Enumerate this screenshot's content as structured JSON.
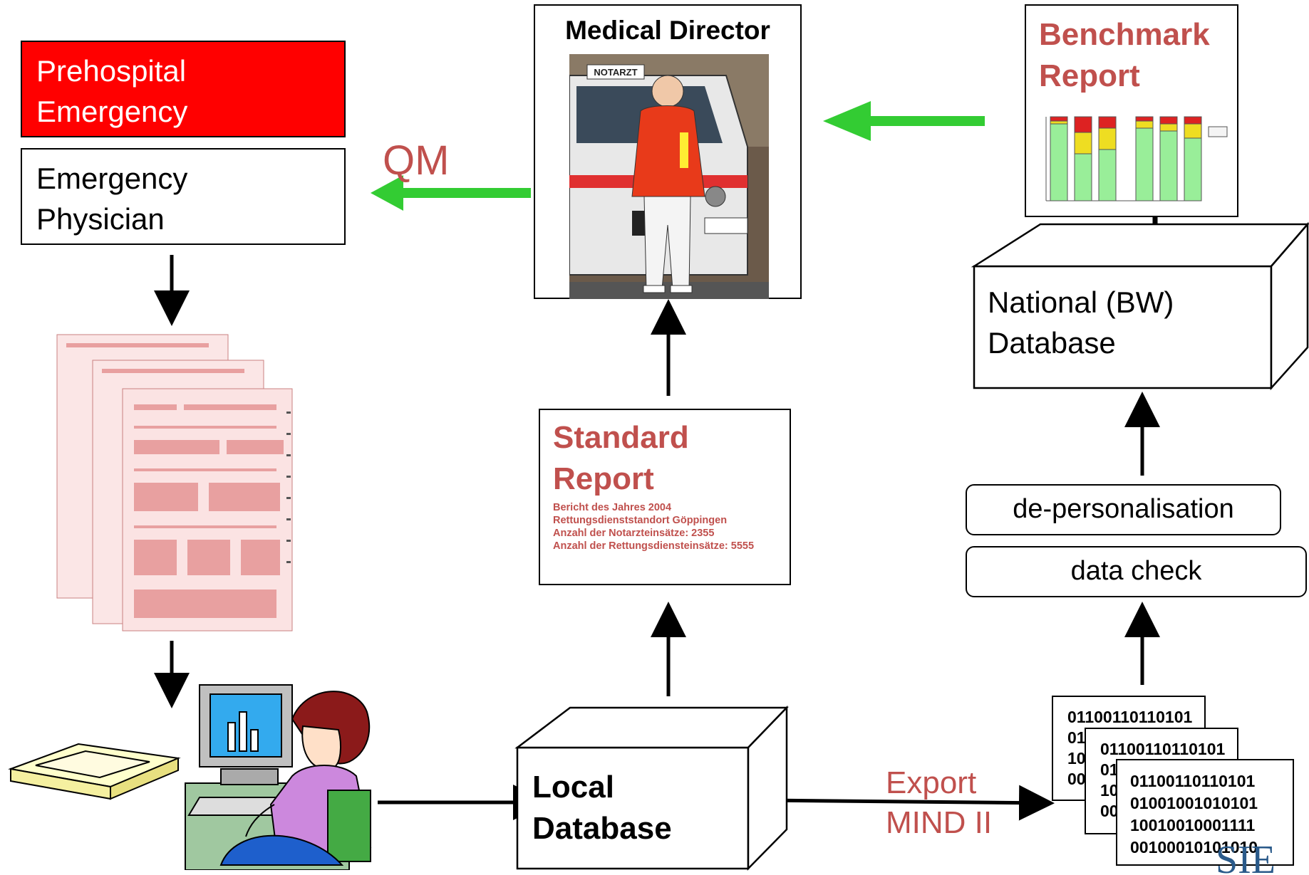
{
  "nodes": {
    "prehospital": "Prehospital Emergency",
    "physician": "Emergency Physician",
    "medical_director": "Medical Director",
    "benchmark": "Benchmark Report",
    "national_db": "National (BW) Database",
    "standard_report": {
      "title": "Standard Report",
      "lines": [
        "Bericht des Jahres 2004",
        "Rettungsdienststandort Göppingen",
        "Anzahl der Notarzteinsätze: 2355",
        "Anzahl der Rettungsdiensteinsätze: 5555"
      ]
    },
    "depersonalisation": "de-personalisation",
    "data_check": "data check",
    "local_db": "Local Database",
    "binary_back": [
      "01100110110101",
      "01",
      "10",
      "00"
    ],
    "binary_mid": [
      "01100110110101",
      "01",
      "10",
      "00"
    ],
    "binary_front": [
      "01100110110101",
      "01001001010101",
      "10010010001111",
      "00100010101010"
    ]
  },
  "edge_labels": {
    "qm": "QM",
    "export": "Export MIND II"
  },
  "photo_sign": "NOTARZT",
  "logo_fragment": "SIE",
  "colors": {
    "red_box": "#ff0000",
    "accent_red_text": "#c0504d",
    "arrow_green": "#33cc33"
  }
}
